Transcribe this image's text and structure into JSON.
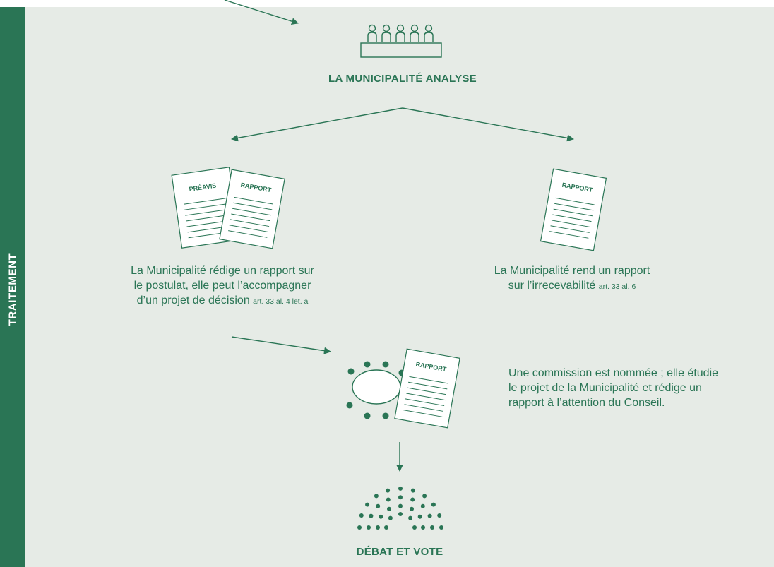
{
  "sidebar": {
    "label": "TRAITEMENT"
  },
  "steps": {
    "analyse": {
      "heading": "LA MUNICIPALITÉ ANALYSE"
    },
    "left": {
      "doc1": "PRÉAVIS",
      "doc2": "RAPPORT",
      "line1": "La Municipalité rédige un rapport sur",
      "line2": "le postulat, elle peut l’accompagner",
      "line3": "d’un projet de décision",
      "ref": "art. 33 al. 4 let. a"
    },
    "right": {
      "doc": "RAPPORT",
      "line1": "La Municipalité rend un rapport",
      "line2": "sur l’irrecevabilité",
      "ref": "art. 33 al. 6"
    },
    "commission": {
      "doc": "RAPPORT",
      "line1": "Une commission est nommée ; elle étudie",
      "line2": "le projet de la Municipalité et rédige un",
      "line3": "rapport à l’attention du Conseil."
    },
    "vote": {
      "heading": "DÉBAT ET VOTE"
    }
  },
  "colors": {
    "accent": "#2a7555",
    "background": "#e6ebe6",
    "paper": "#ffffff"
  }
}
